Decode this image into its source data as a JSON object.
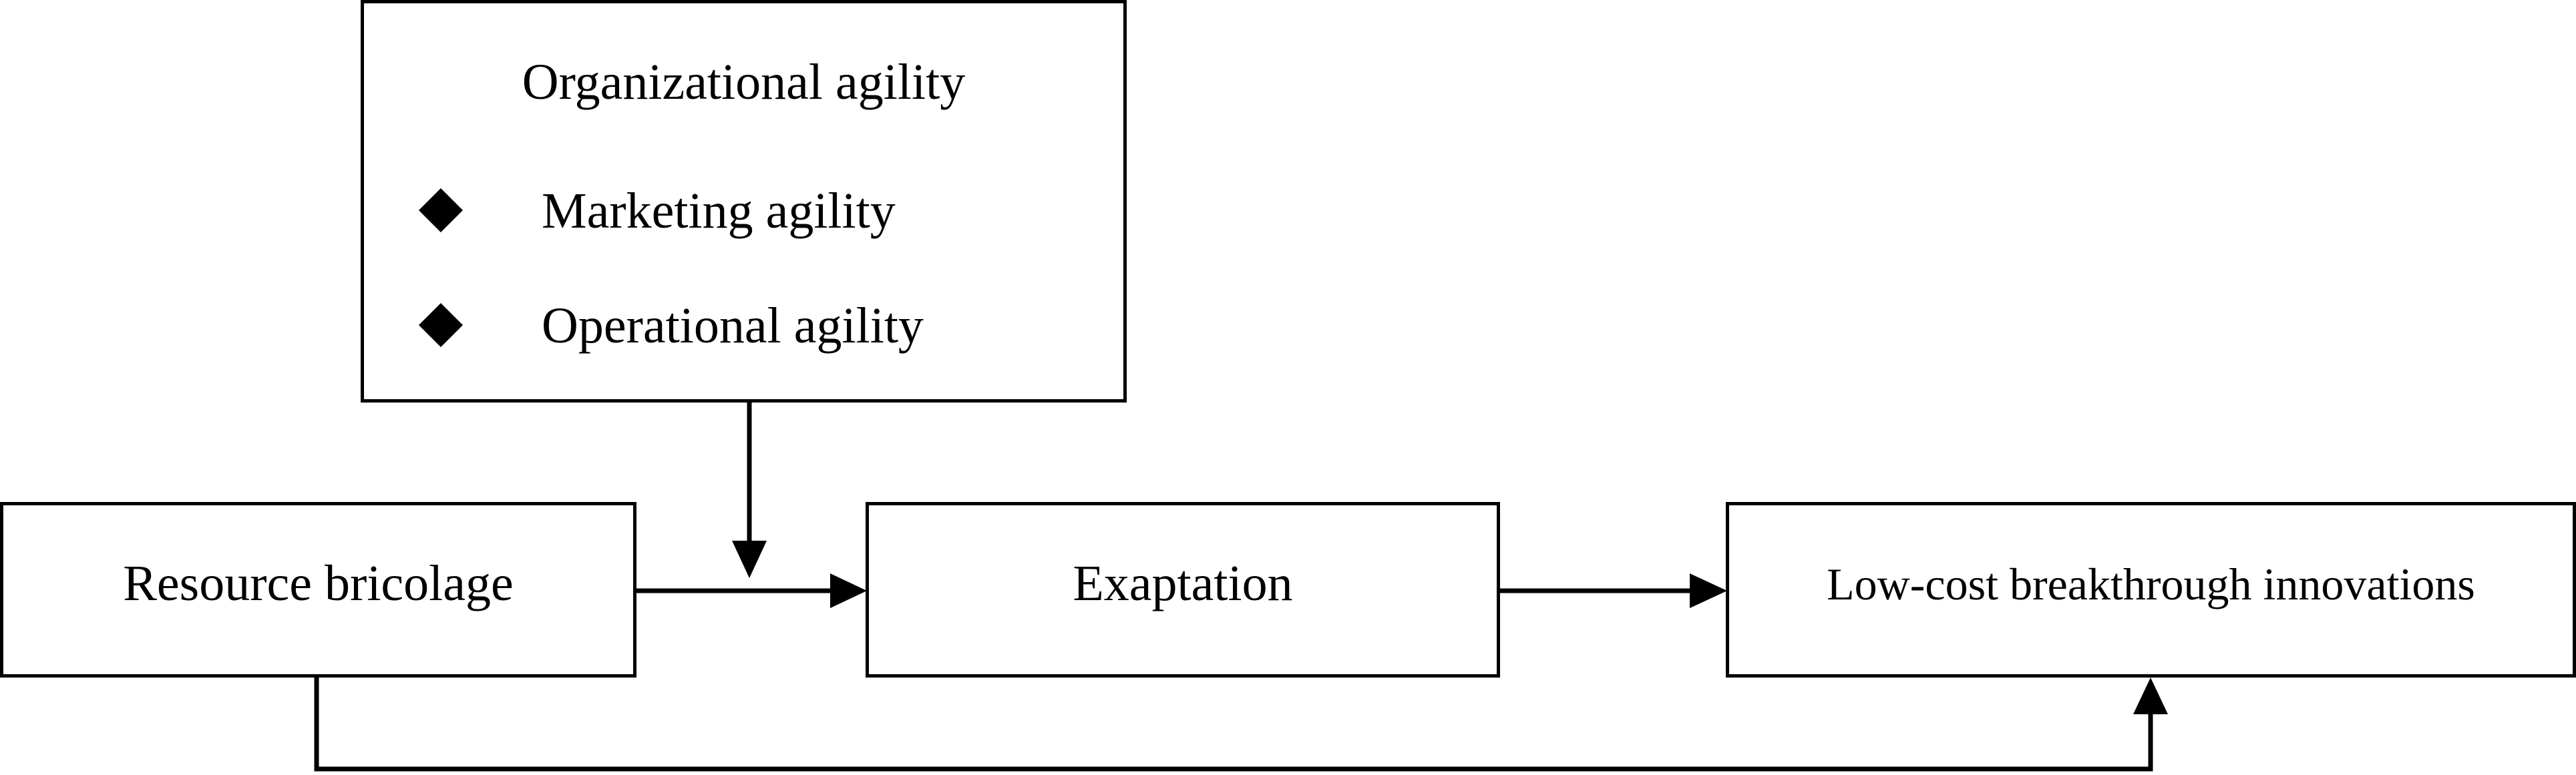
{
  "moderator": {
    "title": "Organizational agility",
    "items": [
      {
        "icon": "diamond-bullet-icon",
        "label": "Marketing agility"
      },
      {
        "icon": "diamond-bullet-icon",
        "label": "Operational agility"
      }
    ]
  },
  "nodes": {
    "resource_bricolage": "Resource bricolage",
    "exaptation": "Exaptation",
    "low_cost_innovations": "Low-cost breakthrough innovations"
  },
  "colors": {
    "line": "#000000",
    "background": "#ffffff"
  }
}
